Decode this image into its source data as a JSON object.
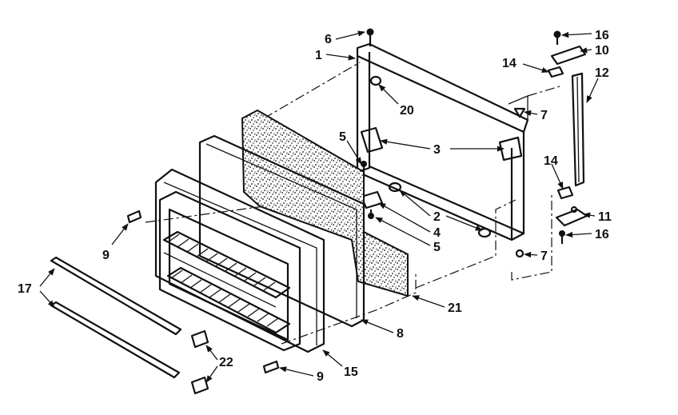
{
  "callouts": {
    "c1": "1",
    "c2": "2",
    "c3": "3",
    "c4": "4",
    "c5a": "5",
    "c5b": "5",
    "c6": "6",
    "c7a": "7",
    "c7b": "7",
    "c8": "8",
    "c9a": "9",
    "c9b": "9",
    "c10": "10",
    "c11": "11",
    "c12": "12",
    "c14a": "14",
    "c14b": "14",
    "c15": "15",
    "c16a": "16",
    "c16b": "16",
    "c17": "17",
    "c20": "20",
    "c21": "21",
    "c22": "22"
  }
}
